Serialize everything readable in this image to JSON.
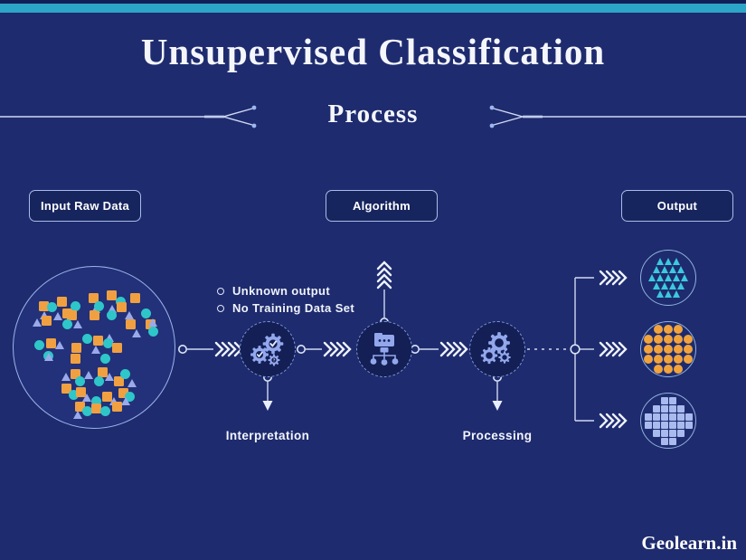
{
  "header": {
    "title": "Unsupervised Classification",
    "subtitle": "Process"
  },
  "stage_labels": {
    "input": "Input Raw Data",
    "algorithm": "Algorithm",
    "output": "Output"
  },
  "notes": {
    "items": [
      "Unknown output",
      "No Training Data Set"
    ]
  },
  "step_labels": {
    "interpretation": "Interpretation",
    "processing": "Processing"
  },
  "watermark": "Geolearn.in",
  "colors": {
    "background": "#1e2b6e",
    "accent_bar": "#2ca6c6",
    "panel": "#17255f",
    "line": "#cfd9f3",
    "icon": "#93a7ec",
    "square_orange": "#f0a041",
    "circle_teal": "#2fc6ca",
    "triangle_periwinkle": "#9aa9e9"
  },
  "input_circle": {
    "shapes": [
      [
        "s",
        33,
        43
      ],
      [
        "o",
        42,
        44
      ],
      [
        "s",
        53,
        38
      ],
      [
        "t",
        34,
        53
      ],
      [
        "s",
        59,
        51
      ],
      [
        "o",
        68,
        43
      ],
      [
        "t",
        49,
        54
      ],
      [
        "s",
        64,
        53
      ],
      [
        "o",
        59,
        63
      ],
      [
        "t",
        26,
        61
      ],
      [
        "s",
        36,
        59
      ],
      [
        "t",
        71,
        63
      ],
      [
        "s",
        88,
        34
      ],
      [
        "t",
        91,
        46
      ],
      [
        "s",
        89,
        53
      ],
      [
        "o",
        94,
        43
      ],
      [
        "s",
        108,
        31
      ],
      [
        "o",
        118,
        38
      ],
      [
        "t",
        109,
        46
      ],
      [
        "s",
        119,
        44
      ],
      [
        "o",
        108,
        53
      ],
      [
        "s",
        134,
        34
      ],
      [
        "t",
        128,
        53
      ],
      [
        "s",
        129,
        63
      ],
      [
        "o",
        146,
        51
      ],
      [
        "t",
        136,
        73
      ],
      [
        "s",
        151,
        63
      ],
      [
        "o",
        154,
        71
      ],
      [
        "t",
        154,
        61
      ],
      [
        "o",
        28,
        86
      ],
      [
        "s",
        41,
        84
      ],
      [
        "t",
        51,
        86
      ],
      [
        "o",
        38,
        98
      ],
      [
        "o",
        81,
        79
      ],
      [
        "s",
        93,
        81
      ],
      [
        "t",
        106,
        78
      ],
      [
        "o",
        104,
        84
      ],
      [
        "s",
        114,
        89
      ],
      [
        "s",
        69,
        89
      ],
      [
        "t",
        91,
        91
      ],
      [
        "o",
        101,
        101
      ],
      [
        "s",
        68,
        101
      ],
      [
        "t",
        39,
        99
      ],
      [
        "t",
        58,
        121
      ],
      [
        "s",
        68,
        118
      ],
      [
        "o",
        73,
        126
      ],
      [
        "t",
        83,
        119
      ],
      [
        "s",
        98,
        116
      ],
      [
        "o",
        94,
        126
      ],
      [
        "t",
        106,
        121
      ],
      [
        "s",
        116,
        126
      ],
      [
        "o",
        123,
        118
      ],
      [
        "t",
        131,
        128
      ],
      [
        "s",
        58,
        134
      ],
      [
        "o",
        66,
        141
      ],
      [
        "s",
        74,
        138
      ],
      [
        "t",
        81,
        144
      ],
      [
        "o",
        91,
        148
      ],
      [
        "s",
        103,
        143
      ],
      [
        "t",
        111,
        148
      ],
      [
        "s",
        121,
        139
      ],
      [
        "o",
        128,
        143
      ],
      [
        "s",
        73,
        154
      ],
      [
        "o",
        81,
        159
      ],
      [
        "t",
        71,
        163
      ],
      [
        "s",
        91,
        156
      ],
      [
        "o",
        101,
        159
      ],
      [
        "s",
        114,
        154
      ],
      [
        "t",
        124,
        148
      ]
    ]
  },
  "output_circles": [
    {
      "name": "cluster-triangles",
      "shape": "t",
      "color": "#3bc9dd",
      "rows": [
        3,
        4,
        5,
        4,
        3
      ]
    },
    {
      "name": "cluster-circles",
      "shape": "o",
      "color": "#f2a33c",
      "rows": [
        3,
        5,
        5,
        5,
        3
      ]
    },
    {
      "name": "cluster-squares",
      "shape": "s",
      "color": "#a9baee",
      "rows": [
        2,
        4,
        6,
        6,
        4,
        2
      ]
    }
  ]
}
